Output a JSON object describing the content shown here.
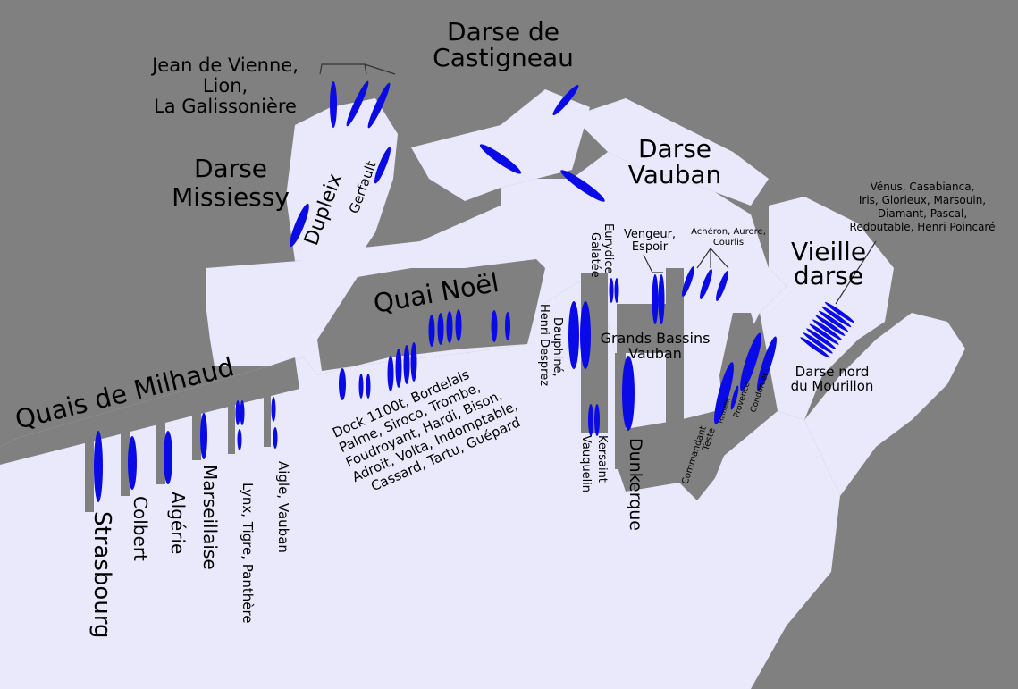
{
  "colors": {
    "land": "#808080",
    "water": "#e9e9fb",
    "ship": "#0a0ae6",
    "text": "#000000"
  },
  "areas": {
    "quais_milhaud": "Quais de Milhaud",
    "quai_noel": "Quai Noël",
    "darse_missiessy_1": "Darse",
    "darse_missiessy_2": "Missiessy",
    "darse_castigneau_1": "Darse de",
    "darse_castigneau_2": "Castigneau",
    "darse_vauban_1": "Darse",
    "darse_vauban_2": "Vauban",
    "vieille_darse_1": "Vieille",
    "vieille_darse_2": "darse",
    "grands_bassins_1": "Grands Bassins",
    "grands_bassins_2": "Vauban",
    "darse_nord_1": "Darse nord",
    "darse_nord_2": "du Mourillon"
  },
  "ships": {
    "strasbourg": "Strasbourg",
    "colbert": "Colbert",
    "algerie": "Algérie",
    "marseillaise": "Marseillaise",
    "lynx": "Lynx, Tigre, Panthère",
    "aigle": "Aigle, Vauban",
    "dunkerque": "Dunkerque",
    "kersaint": "Kersaint",
    "vauquelin": "Vauquelin",
    "dauphine_1": "Dauphiné,",
    "dauphine_2": "Henri Desprez",
    "eurydice": "Eurydice",
    "galatee": "Galatée",
    "vengeur_1": "Vengeur,",
    "vengeur_2": "Espoir",
    "acheron_1": "Achéron, Aurore,",
    "acheron_2": "Courlis",
    "venus_1": "Vénus, Casabianca,",
    "venus_2": "Iris, Glorieux, Marsouin,",
    "venus_3": "Diamant, Pascal,",
    "venus_4": "Redoutable, Henri Poincaré",
    "commandant_1": "Commandant",
    "commandant_2": "Teste",
    "hamelin": "Hamelin",
    "provence": "Provence",
    "condorcet": "Condorcet",
    "dupleix": "Dupleix",
    "gerfault": "Gerfault",
    "jean_1": "Jean de Vienne,",
    "jean_2": "Lion,",
    "jean_3": "La Galissonière",
    "dock_1": "Dock 1100t, Bordelais",
    "dock_2": "Palme, Siroco, Trombe,",
    "dock_3": "Foudroyant, Hardi, Bison,",
    "dock_4": "Adroit, Volta, Indomptable,",
    "dock_5": "Cassard, Tartu, Guépard"
  }
}
